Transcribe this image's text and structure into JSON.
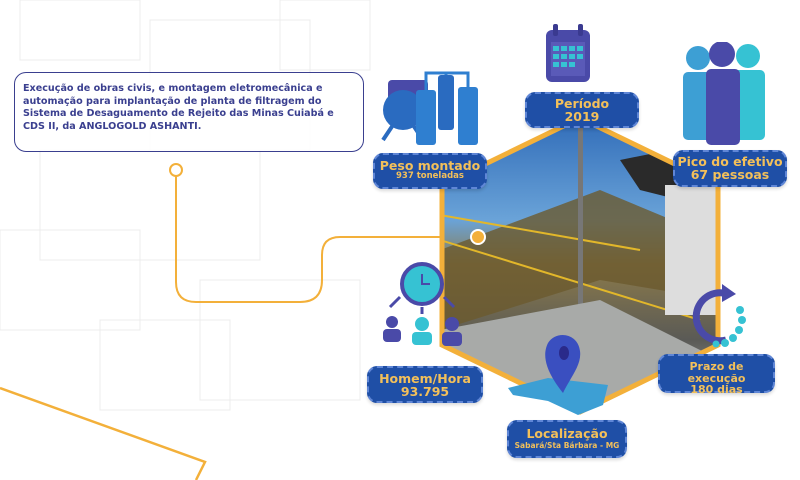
{
  "description": "Execução de obras civis,  e montagem eletromecânica e automação para implantação de planta de filtragem do Sistema de Desaguamento de Rejeito das Minas Cuiabá e CDS II, da ANGLOGOLD ASHANTI.",
  "stats": {
    "periodo": {
      "title": "Período",
      "value": "2019"
    },
    "peso": {
      "title": "Peso montado",
      "value": "937 toneladas"
    },
    "pico": {
      "title": "Pico do efetivo",
      "value": "67 pessoas"
    },
    "homem_hora": {
      "title": "Homem/Hora",
      "value": "93.795"
    },
    "prazo": {
      "title": "Prazo de execução",
      "value": "180 dias"
    },
    "localizacao": {
      "title": "Localização",
      "value": "Sabará/Sta Bárbara - MG"
    }
  },
  "colors": {
    "primary": "#1f4fa6",
    "accent": "#f3b03a",
    "text": "#3a3f8f",
    "cyan": "#2fb8d0"
  }
}
